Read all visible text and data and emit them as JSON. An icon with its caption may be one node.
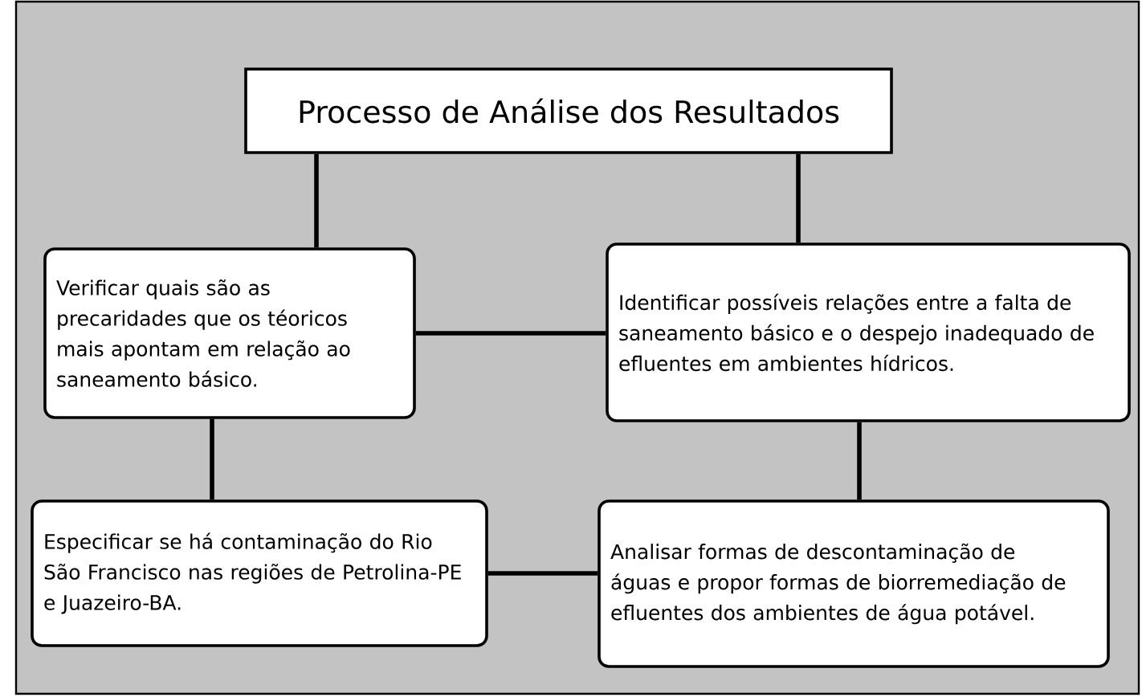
{
  "diagram": {
    "title": "Processo de Análise dos Resultados",
    "nodes": [
      {
        "text": [
          "Verificar quais são as precaridades que os téoricos mais apontam em relação ao saneamento básico."
        ]
      },
      {
        "text": [
          "Identificar possíveis relações entre a falta de saneamento básico e o despejo inadequado de efluentes em ambientes hídricos."
        ]
      },
      {
        "text": [
          "Especificar se há contaminação do Rio São Francisco nas regiões de Petrolina-PE e Juazeiro-BA."
        ]
      },
      {
        "text": [
          "Analisar formas de descontaminação de águas e propor formas de biorremediação de efluentes dos ambientes de água potável."
        ]
      }
    ],
    "edges": [
      {
        "from": null,
        "to": 0,
        "arrow": "none"
      },
      {
        "from": null,
        "to": 1,
        "arrow": "none"
      },
      {
        "from": 0,
        "to": 1,
        "arrow": "none"
      },
      {
        "from": 0,
        "to": 2,
        "arrow": "none"
      },
      {
        "from": 1,
        "to": 3,
        "arrow": "none"
      },
      {
        "from": 2,
        "to": 3,
        "arrow": "none"
      }
    ]
  }
}
